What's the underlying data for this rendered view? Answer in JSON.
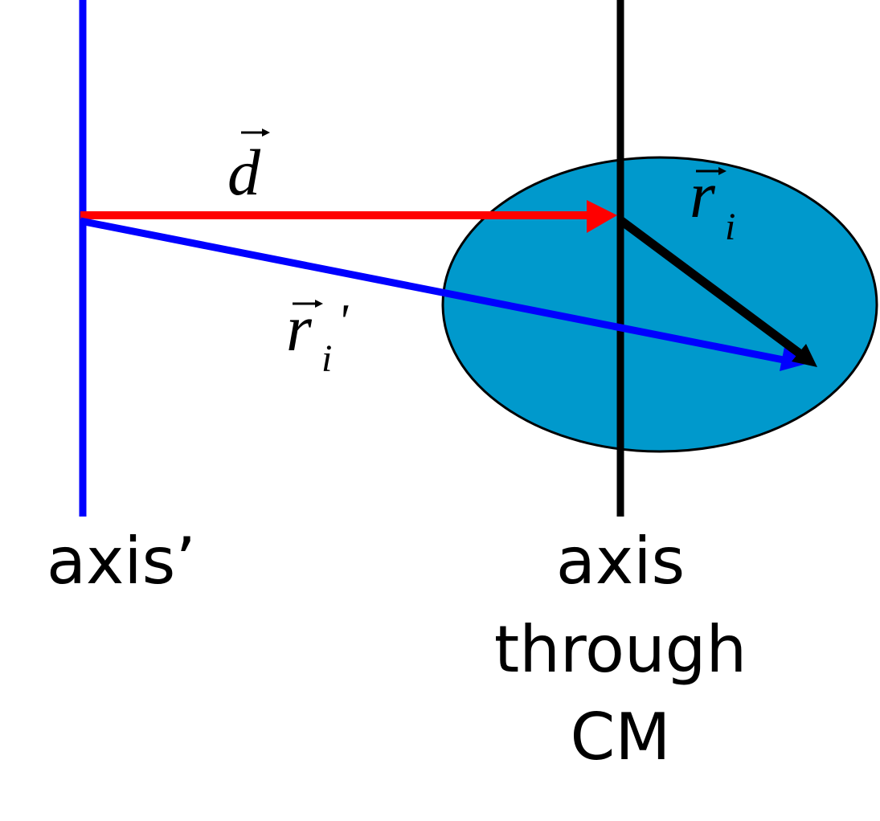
{
  "colors": {
    "axis_prime": "#0000FF",
    "axis_cm": "#000000",
    "d_vector": "#FF0000",
    "ri_prime_vector": "#0000FF",
    "ri_vector": "#000000",
    "body_fill": "#0099CC"
  },
  "labels": {
    "d": "d",
    "r": "r",
    "i": "i",
    "prime": "'",
    "axis_prime": "axis’",
    "axis_cm_line1": "axis",
    "axis_cm_line2": "through",
    "axis_cm_line3": "CM"
  }
}
